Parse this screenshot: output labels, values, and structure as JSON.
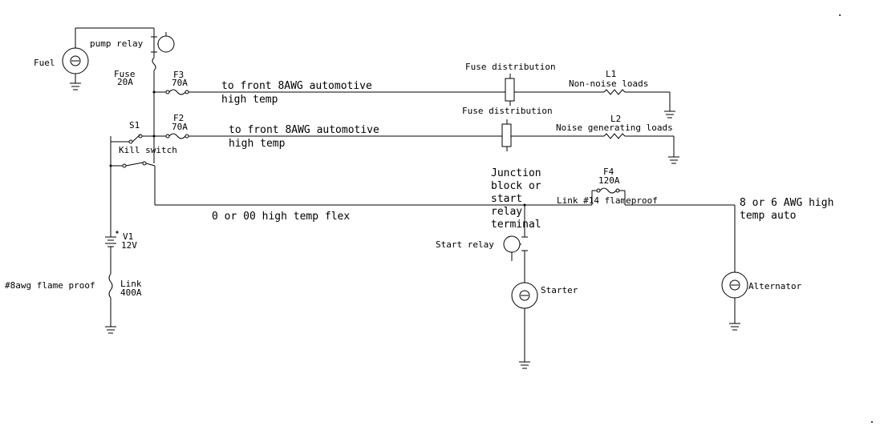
{
  "labels": {
    "fuel": "Fuel",
    "pump_relay": "pump relay",
    "fuse_name": "Fuse",
    "fuse_rating": "20A",
    "f3_name": "F3",
    "f3_rating": "70A",
    "f2_name": "F2",
    "f2_rating": "70A",
    "wire_top_1": "to front 8AWG automotive",
    "wire_top_2": "high temp",
    "wire_mid_1": "to front 8AWG automotive",
    "wire_mid_2": "high temp",
    "fuse_dist_1": "Fuse distribution",
    "fuse_dist_2": "Fuse distribution",
    "l1_name": "L1",
    "l1_desc": "Non-noise loads",
    "l2_name": "L2",
    "l2_desc": "Noise generating loads",
    "s1_name": "S1",
    "kill_switch": "Kill switch",
    "junction_1": "Junction",
    "junction_2": "block or",
    "junction_3": "start",
    "junction_4": "relay",
    "junction_5": "terminal",
    "f4_name": "F4",
    "f4_rating": "120A",
    "link14": "Link #14 flameproof",
    "awg_alt_1": "8 or 6 AWG high",
    "awg_alt_2": "temp auto",
    "main_wire": "0 or 00 high temp flex",
    "v1_name": "V1",
    "v1_value": "12V",
    "link_wire": "#8awg flame proof",
    "link_name": "Link",
    "link_rating": "400A",
    "start_relay": "Start relay",
    "starter": "Starter",
    "alternator": "Alternator"
  }
}
